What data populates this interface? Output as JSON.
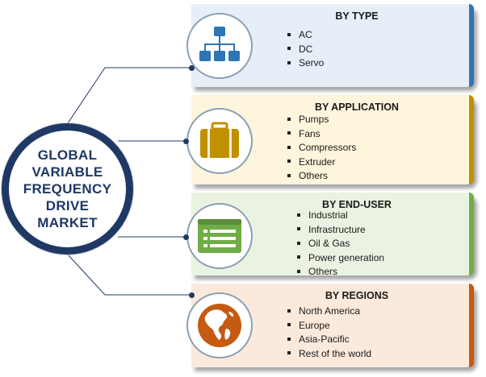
{
  "center": {
    "lines": [
      "GLOBAL",
      "VARIABLE",
      "FREQUENCY",
      "DRIVE",
      "MARKET"
    ]
  },
  "segments": [
    {
      "title": "BY TYPE",
      "items": [
        "AC",
        "DC",
        "Servo"
      ],
      "icon": "hierarchy-icon",
      "bg_color": "#e6eef8",
      "accent_color": "#2e75b6"
    },
    {
      "title": "BY APPLICATION",
      "items": [
        "Pumps",
        "Fans",
        "Compressors",
        "Extruder",
        "Others"
      ],
      "icon": "briefcase-icon",
      "bg_color": "#fdf5dc",
      "accent_color": "#bf9000"
    },
    {
      "title": "BY END-USER",
      "items": [
        "Industrial",
        "Infrastructure",
        "Oil & Gas",
        "Power generation",
        "Others"
      ],
      "icon": "list-icon",
      "bg_color": "#eaf3e2",
      "accent_color": "#70ad47"
    },
    {
      "title": "BY REGIONS",
      "items": [
        "North America",
        "Europe",
        "Asia-Pacific",
        "Rest of the world"
      ],
      "icon": "globe-icon",
      "bg_color": "#fbe9dc",
      "accent_color": "#c55a11"
    }
  ]
}
